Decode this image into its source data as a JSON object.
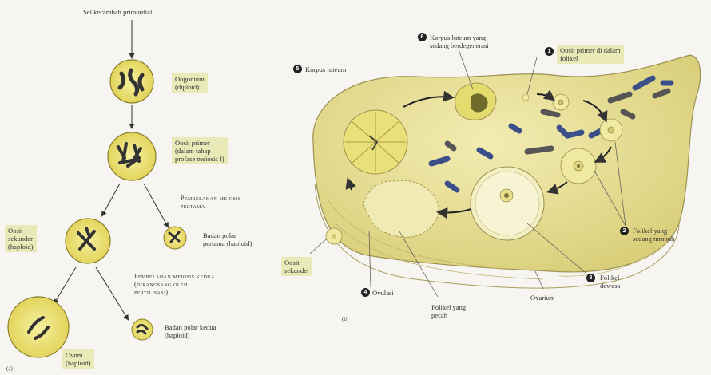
{
  "panel_a": {
    "top_label": "Sel kecambah primordial",
    "oogonium": "Oogonium\n(diploid)",
    "oosit_primer": "Oosit primer\n(dalam tahap\nprofase meiosis I)",
    "meiosis1": "Pembelahan meiosis\npertama",
    "oosit_sekunder": "Oosit\nsekunder\n(haploid)",
    "badan_polar1": "Badan polar\npertama (haploid)",
    "meiosis2": "Pembelahan meiosis kedua\n(dirangsang oleh\nfertilisasi)",
    "ovum": "Ovum\n(haploid)",
    "badan_polar2": "Badan polar kedua\n(haploid)",
    "panel_letter": "(a)"
  },
  "panel_b": {
    "l1": "Oosit primer di dalam\nfolikel",
    "l2": "Folikel yang\nsedang tumbuh",
    "l3": "Folikel\ndewasa",
    "l4": "Ovulasi",
    "l5": "Korpus luteum",
    "l6": "Korpus luteum yang\nsedang berdegenerasi",
    "ovarium": "Ovarium",
    "pecah": "Folikel yang\npecah",
    "oosit_sekunder": "Oosit\nsekunder",
    "panel_letter": "(b)",
    "badges": [
      "1",
      "2",
      "3",
      "4",
      "5",
      "6"
    ]
  }
}
